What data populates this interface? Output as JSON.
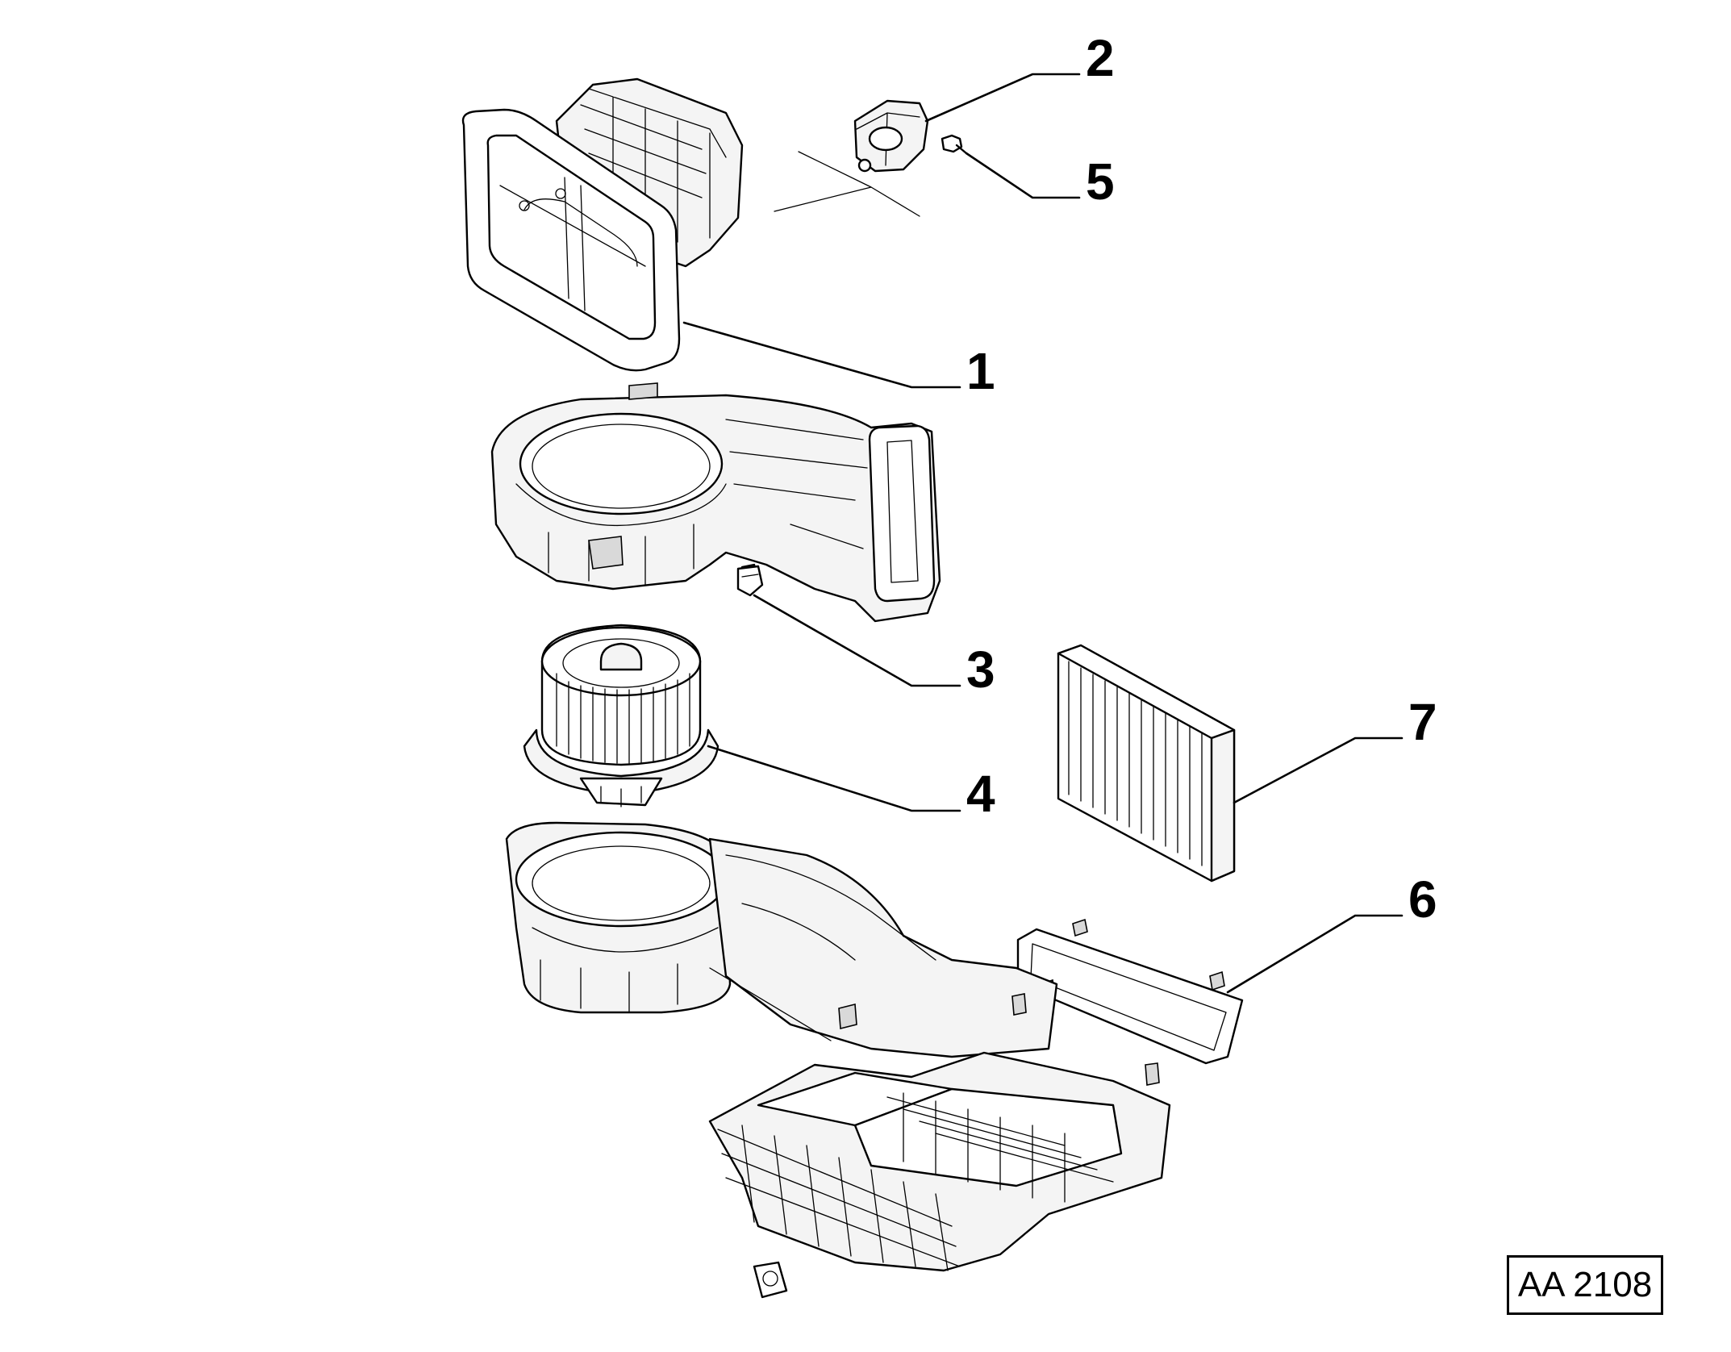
{
  "callouts": [
    {
      "id": "1",
      "label": "1"
    },
    {
      "id": "2",
      "label": "2"
    },
    {
      "id": "3",
      "label": "3"
    },
    {
      "id": "4",
      "label": "4"
    },
    {
      "id": "5",
      "label": "5"
    },
    {
      "id": "6",
      "label": "6"
    },
    {
      "id": "7",
      "label": "7"
    }
  ],
  "reference_code": "AA 2108",
  "colors": {
    "line": "#000000",
    "background": "#ffffff"
  }
}
